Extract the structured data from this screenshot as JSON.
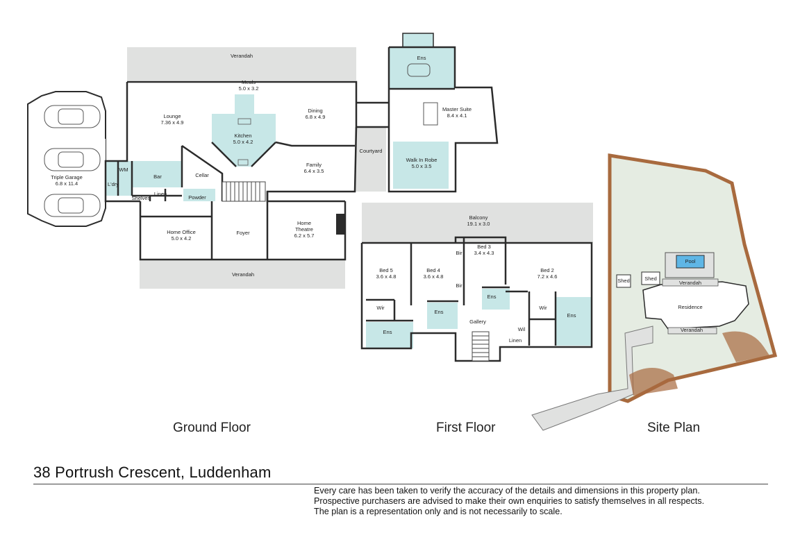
{
  "colors": {
    "wall": "#2b2b2b",
    "verandah": "#e0e1e0",
    "wet_area": "#c7e7e7",
    "lawn": "#e5ece2",
    "garden_bed": "#a86a3e",
    "pool": "#5fb6e6"
  },
  "ground_floor": {
    "caption": "Ground Floor",
    "rooms": [
      {
        "key": "verandah_top",
        "name": "Verandah",
        "dims": ""
      },
      {
        "key": "meals",
        "name": "Meals",
        "dims": "5.0 x 3.2"
      },
      {
        "key": "lounge",
        "name": "Lounge",
        "dims": "7.36 x 4.9"
      },
      {
        "key": "kitchen",
        "name": "Kitchen",
        "dims": "5.0 x 4.2"
      },
      {
        "key": "dining",
        "name": "Dining",
        "dims": "6.8 x 4.9"
      },
      {
        "key": "courtyard",
        "name": "Courtyard",
        "dims": ""
      },
      {
        "key": "family",
        "name": "Family",
        "dims": "6.4 x 3.5"
      },
      {
        "key": "garage",
        "name": "Triple Garage",
        "dims": "6.8 x 11.4"
      },
      {
        "key": "wm",
        "name": "WM",
        "dims": ""
      },
      {
        "key": "ldry",
        "name": "L'dry",
        "dims": ""
      },
      {
        "key": "bar",
        "name": "Bar",
        "dims": ""
      },
      {
        "key": "cellar",
        "name": "Cellar",
        "dims": ""
      },
      {
        "key": "shelves",
        "name": "Shelves",
        "dims": ""
      },
      {
        "key": "linen",
        "name": "Linen",
        "dims": ""
      },
      {
        "key": "powder",
        "name": "Powder",
        "dims": ""
      },
      {
        "key": "office",
        "name": "Home Office",
        "dims": "5.0 x 4.2"
      },
      {
        "key": "foyer",
        "name": "Foyer",
        "dims": ""
      },
      {
        "key": "theatre",
        "name": "Home Theatre",
        "dims": "6.2 x 5.7"
      },
      {
        "key": "verandah_bottom",
        "name": "Verandah",
        "dims": ""
      }
    ]
  },
  "upper_ground": {
    "rooms": [
      {
        "key": "ens_master",
        "name": "Ens",
        "dims": ""
      },
      {
        "key": "master",
        "name": "Master Suite",
        "dims": "8.4 x 4.1"
      },
      {
        "key": "walkin",
        "name": "Walk In Robe",
        "dims": "5.0 x 3.5"
      }
    ]
  },
  "first_floor": {
    "caption": "First Floor",
    "rooms": [
      {
        "key": "balcony",
        "name": "Balcony",
        "dims": "19.1 x 3.0"
      },
      {
        "key": "bed5",
        "name": "Bed 5",
        "dims": "3.6 x 4.8"
      },
      {
        "key": "bed4",
        "name": "Bed 4",
        "dims": "3.6 x 4.8"
      },
      {
        "key": "bed3",
        "name": "Bed 3",
        "dims": "3.4 x 4.3"
      },
      {
        "key": "bed2",
        "name": "Bed 2",
        "dims": "7.2 x 4.6"
      },
      {
        "key": "bir1",
        "name": "Bir",
        "dims": ""
      },
      {
        "key": "bir2",
        "name": "Bir",
        "dims": ""
      },
      {
        "key": "ens3",
        "name": "Ens",
        "dims": ""
      },
      {
        "key": "wir5",
        "name": "Wir",
        "dims": ""
      },
      {
        "key": "ens4",
        "name": "Ens",
        "dims": ""
      },
      {
        "key": "gallery",
        "name": "Gallery",
        "dims": ""
      },
      {
        "key": "ens5",
        "name": "Ens",
        "dims": ""
      },
      {
        "key": "wir2",
        "name": "Wir",
        "dims": ""
      },
      {
        "key": "ens2",
        "name": "Ens",
        "dims": ""
      },
      {
        "key": "wil",
        "name": "Wil",
        "dims": ""
      },
      {
        "key": "linen2",
        "name": "Linen",
        "dims": ""
      }
    ]
  },
  "site_plan": {
    "caption": "Site Plan",
    "labels": [
      {
        "key": "pool",
        "name": "Pool"
      },
      {
        "key": "shed1",
        "name": "Shed"
      },
      {
        "key": "shed2",
        "name": "Shed"
      },
      {
        "key": "ver_site_top",
        "name": "Verandah"
      },
      {
        "key": "residence",
        "name": "Residence"
      },
      {
        "key": "ver_site_bottom",
        "name": "Verandah"
      }
    ]
  },
  "footer": {
    "address": "38 Portrush Crescent, Luddenham",
    "disclaimer": [
      "Every care has been taken to verify the accuracy of the details and dimensions in this property plan.",
      "Prospective purchasers are advised to make their own enquiries to satisfy themselves in all respects.",
      "The plan is a representation only and is not necessarily to scale."
    ]
  }
}
